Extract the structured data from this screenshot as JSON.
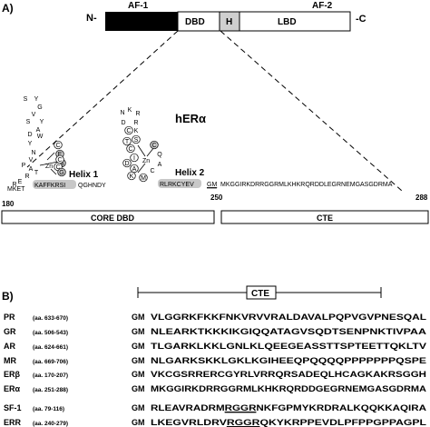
{
  "panel_a": {
    "label": "A)",
    "domain_bar": {
      "n_term": "N-",
      "c_term": "-C",
      "af1": "AF-1",
      "af2": "AF-2",
      "dbd": "DBD",
      "h": "H",
      "lbd": "LBD"
    },
    "receptor": "hERα",
    "helix1": "Helix 1",
    "helix2": "Helix 2",
    "zn": "Zn",
    "seq_start": "MKET",
    "seq_h1": "KAFFKRSI",
    "seq_mid": "QGHNDY",
    "seq_h2": "RLRKCYEV",
    "seq_gm": "GM",
    "seq_cte": "MKGGIRKDRRGGRMLKHKRQRDDLEGRNEMGASGDRMA",
    "pos_180": "180",
    "pos_250": "250",
    "pos_288": "288",
    "core_dbd": "CORE DBD",
    "cte": "CTE",
    "finger1": [
      {
        "l": "S"
      },
      {
        "l": "Y"
      },
      {
        "l": "G"
      },
      {
        "l": "V"
      },
      {
        "l": "Y"
      },
      {
        "l": "S"
      },
      {
        "l": "A"
      },
      {
        "l": "D"
      },
      {
        "l": "W"
      },
      {
        "l": "Y"
      },
      {
        "l": "N"
      },
      {
        "l": "C"
      },
      {
        "l": "E"
      },
      {
        "l": "G"
      },
      {
        "l": "V"
      },
      {
        "l": "P"
      },
      {
        "l": "A"
      },
      {
        "l": "T"
      },
      {
        "l": "C"
      },
      {
        "l": "G"
      },
      {
        "l": "C"
      },
      {
        "l": "R"
      },
      {
        "l": "E"
      },
      {
        "l": "R"
      }
    ],
    "finger2": [
      {
        "l": "N"
      },
      {
        "l": "K"
      },
      {
        "l": "R"
      },
      {
        "l": "D"
      },
      {
        "l": "R"
      },
      {
        "l": "K"
      },
      {
        "l": "C"
      },
      {
        "l": "S"
      },
      {
        "l": "T"
      },
      {
        "l": "C"
      },
      {
        "l": "Q"
      },
      {
        "l": "A"
      },
      {
        "l": "C"
      },
      {
        "l": "I"
      },
      {
        "l": "D"
      },
      {
        "l": "A"
      },
      {
        "l": "K"
      },
      {
        "l": "M"
      },
      {
        "l": "C"
      }
    ]
  },
  "panel_b": {
    "label": "B)",
    "cte": "CTE",
    "rows": [
      {
        "name": "PR",
        "range": "(aa. 633-670)",
        "gm": "GM",
        "pre": "VLGGRKFKKFNKVRVVRALDAVALPQPVGVPNESQAL",
        "ul": "",
        "post": ""
      },
      {
        "name": "GR",
        "range": "(aa. 506-543)",
        "gm": "GM",
        "pre": "NLEARKTKKKIKGIQQATAGVSQDTSENPNKTIVPAA",
        "ul": "",
        "post": ""
      },
      {
        "name": "AR",
        "range": "(aa. 624-661)",
        "gm": "GM",
        "pre": "TLGARKLKKLGNLKLQEEGEASSTTSPTEETTQKLTV",
        "ul": "",
        "post": ""
      },
      {
        "name": "MR",
        "range": "(aa. 669-706)",
        "gm": "GM",
        "pre": "NLGARKSKKLGKLKGIHEEQPQQQQPPPPPPPQSPE",
        "ul": "",
        "post": ""
      },
      {
        "name": "ERβ",
        "range": "(aa. 170-207)",
        "gm": "GM",
        "pre": "VKCGSRRERCGYRLVRRQRSADEQLHCAGKAKRSGGH",
        "ul": "",
        "post": ""
      },
      {
        "name": "ERα",
        "range": "(aa. 251-288)",
        "gm": "GM",
        "pre": "MKGGIRKDRRGGRMLKHKRQRDDGEGRNEMGASGDRMA",
        "ul": "",
        "post": ""
      },
      {
        "name": "SF-1",
        "range": "(aa. 79-116)",
        "gm": "GM",
        "pre": "RLEAVRADRM",
        "ul": "RGGR",
        "post": "NKFGPMYKRDRALKQQKKAQIRA"
      },
      {
        "name": "ERR",
        "range": "(aa. 240-279)",
        "gm": "GM",
        "pre": "LKEGVRLDRV",
        "ul": "RGGR",
        "post": "QKYKRPPEVDLPFPPGPPAGPL"
      }
    ]
  }
}
